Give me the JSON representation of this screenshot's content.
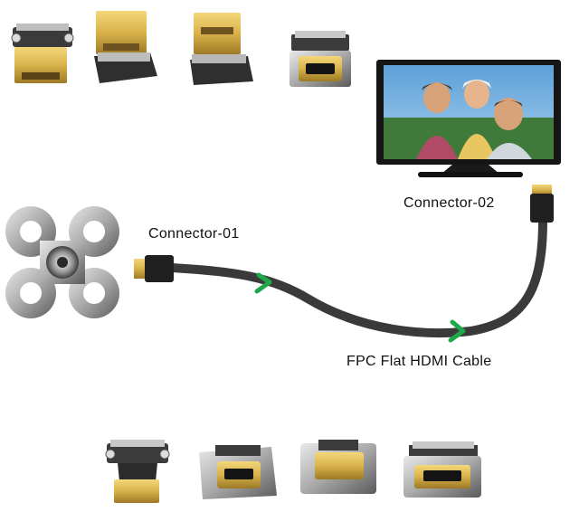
{
  "labels": {
    "connector_01": "Connector-01",
    "connector_02": "Connector-02",
    "cable": "FPC Flat HDMI Cable"
  },
  "top_connectors": [
    {
      "kind": "male-straight"
    },
    {
      "kind": "male-angled-up"
    },
    {
      "kind": "male-angled-down"
    },
    {
      "kind": "female-panel"
    }
  ],
  "bottom_connectors": [
    {
      "kind": "mini-male"
    },
    {
      "kind": "mini-female-angled"
    },
    {
      "kind": "mini-female-panel"
    },
    {
      "kind": "mini-female-flat"
    }
  ],
  "colors": {
    "cable": "#3a3a3a",
    "arrow": "#1fa84a",
    "gold": "#d9b24a",
    "tv_frame": "#151515"
  }
}
